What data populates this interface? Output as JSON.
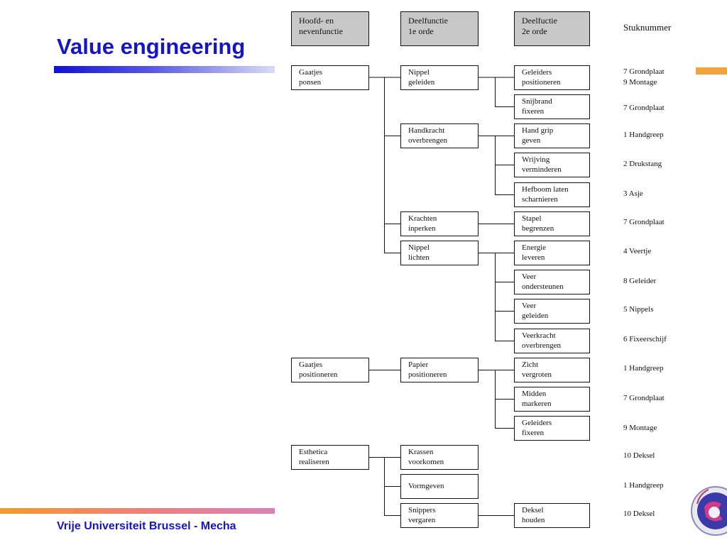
{
  "slide": {
    "title": "Value engineering",
    "footer": "Vrije Universiteit Brussel - Mecha"
  },
  "colors": {
    "title_blue": "#1515c8",
    "accent_orange": "#f3a23c",
    "header_gray": "#c8c8c8"
  },
  "diagram": {
    "headers": {
      "main": "Hoofd- en\nnevenfunctie",
      "sub1": "Deelfunctie\n1e orde",
      "sub2": "Deelfuctie\n2e orde",
      "part": "Stuknummer"
    },
    "main_functions": [
      "Gaatjes\nponsen",
      "Gaatjes\npositioneren",
      "Esthetica\nrealiseren"
    ],
    "first_order": [
      "Nippel\ngeleiden",
      "Handkracht\noverbrengen",
      "Krachten\ninperken",
      "Nippel\nlichten",
      "Papier\npositioneren",
      "Krassen\nvoorkomen",
      "Vormgeven",
      "Snippers\nvergaren"
    ],
    "second_order": [
      "Geleiders\npositioneren",
      "Snijbrand\nfixeren",
      "Hand grip\ngeven",
      "Wrijving\nverminderen",
      "Hefboom laten\nscharnieren",
      "Stapel\nbegrenzen",
      "Energie\nleveren",
      "Veer\nondersteunen",
      "Veer\ngeleiden",
      "Veerkracht\noverbrengen",
      "Zicht\nvergroten",
      "Midden\nmarkeren",
      "Geleiders\nfixeren",
      "Deksel\nhouden"
    ],
    "parts": [
      "7 Grondplaat\n9 Montage",
      "7 Grondplaat",
      "1 Handgreep",
      "2 Drukstang",
      "3 Asje",
      "7 Grondplaat",
      "4 Veertje",
      "8 Geleider",
      "5 Nippels",
      "6 Fixeerschijf",
      "1 Handgreep",
      "7 Grondplaat",
      "9 Montage",
      "10 Deksel",
      "1 Handgreep",
      "10 Deksel"
    ]
  }
}
